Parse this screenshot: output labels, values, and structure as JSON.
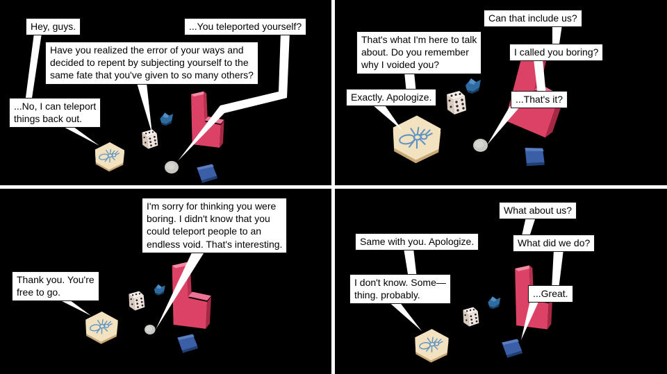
{
  "panels": [
    {
      "name": "panel-1",
      "bubbles": [
        {
          "text": "Hey, guys."
        },
        {
          "text": "...You teleported yourself?"
        },
        {
          "text": "Have you realized the error of your ways and\ndecided to repent by subjecting yourself to the\nsame fate that you've given to so many others?"
        },
        {
          "text": "...No, I can teleport\nthings back out."
        }
      ],
      "pieces": [
        "ant-tile",
        "die",
        "blue-meeple",
        "red-l-piece",
        "void-token",
        "blue-tile"
      ]
    },
    {
      "name": "panel-2",
      "bubbles": [
        {
          "text": "Can that include us?"
        },
        {
          "text": "That's what I'm here to talk\nabout. Do you remember\nwhy I voided you?"
        },
        {
          "text": "I called you boring?"
        },
        {
          "text": "Exactly. Apologize."
        },
        {
          "text": "...That's it?"
        }
      ],
      "pieces": [
        "ant-tile",
        "die",
        "blue-meeple",
        "red-l-piece",
        "void-token",
        "blue-tile"
      ]
    },
    {
      "name": "panel-3",
      "bubbles": [
        {
          "text": "I'm sorry for thinking you were\nboring. I didn't know that you\ncould teleport people to an\nendless void. That's interesting."
        },
        {
          "text": "Thank you. You're\nfree to go."
        }
      ],
      "pieces": [
        "ant-tile",
        "die",
        "blue-meeple",
        "red-l-piece",
        "void-token",
        "blue-tile"
      ]
    },
    {
      "name": "panel-4",
      "bubbles": [
        {
          "text": "What about us?"
        },
        {
          "text": "Same with you. Apologize."
        },
        {
          "text": "What did we do?"
        },
        {
          "text": "I don't know. Some—\nthing. probably."
        },
        {
          "text": "...Great."
        }
      ],
      "pieces": [
        "ant-tile",
        "die",
        "blue-meeple",
        "red-l-piece",
        "blue-tile"
      ]
    }
  ],
  "colors": {
    "background": "#000000",
    "gutter": "#ffffff",
    "bubble_fill": "#ffffff",
    "bubble_border": "#141414",
    "red_piece": "#dc4166",
    "blue_tile": "#3a5fa6",
    "meeple_blue": "#2e6ba0",
    "ant_tile_cream": "#f3e2c0",
    "ant_line_blue": "#5e93c4",
    "die_white": "#efe5dc",
    "void_token_gray": "#cac8c3"
  }
}
